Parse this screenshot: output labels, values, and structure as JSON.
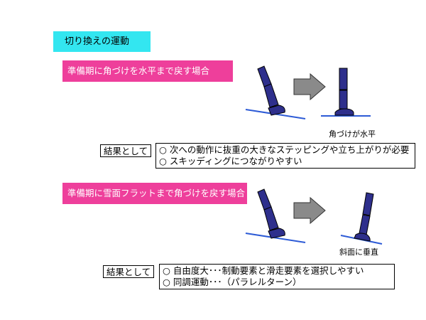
{
  "title": "切り換えの運動",
  "cases": [
    {
      "banner": "準備期に角づけを水平まで戻す場合",
      "after_caption": "角づけが水平",
      "result_label": "結果として",
      "results": [
        "○ 次への動作に抜重の大きなステッピングや立ち上がりが必要",
        "○ スキッディングにつながりやすい"
      ]
    },
    {
      "banner": "準備期に雪面フラットまで角づけを戻す場合",
      "after_caption": "斜面に垂直",
      "result_label": "結果として",
      "results": [
        "○ 自由度大･･･制動要素と滑走要素を選択しやすい",
        "○ 同調運動･･･（パラレルターン）"
      ]
    }
  ],
  "colors": {
    "title_bg": "#33e6f0",
    "banner_bg": "#ee3f9b",
    "leg_fill": "#2e2f8c",
    "slope_line": "#2d5bd6",
    "arrow_fill": "#8a8a8a"
  }
}
